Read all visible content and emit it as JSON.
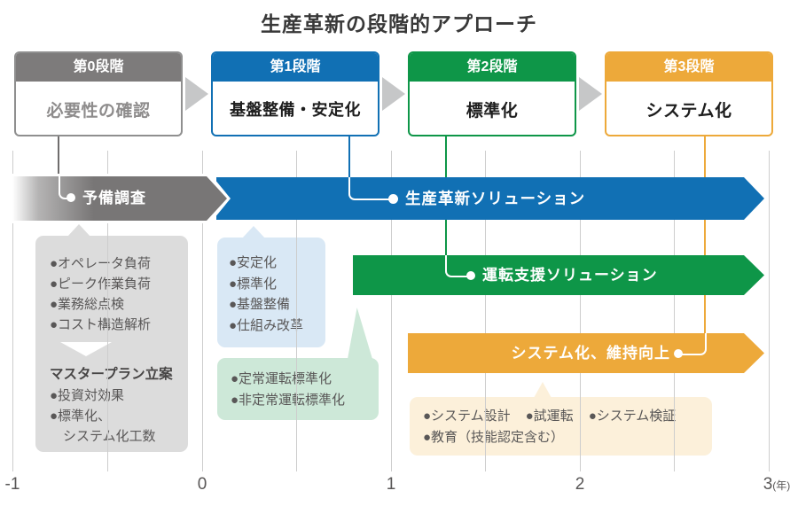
{
  "title": "生産革新の段階的アプローチ",
  "colors": {
    "stage0": "#7d7b7b",
    "stage1": "#1170b4",
    "stage2": "#0e9648",
    "stage3": "#eda93a",
    "callout_gray": "#dcdcdc",
    "callout_blue": "#d9e8f5",
    "callout_green": "#cde8d8",
    "callout_cream": "#fcf0da"
  },
  "stages": [
    {
      "label": "第0段階",
      "title": "必要性の確認"
    },
    {
      "label": "第1段階",
      "title": "基盤整備・安定化"
    },
    {
      "label": "第2段階",
      "title": "標準化"
    },
    {
      "label": "第3段階",
      "title": "システム化"
    }
  ],
  "bars": [
    {
      "label": "予備調査"
    },
    {
      "label": "生産革新ソリューション"
    },
    {
      "label": "運転支援ソリューション"
    },
    {
      "label": "システム化、維持向上"
    }
  ],
  "callouts": {
    "preliminary": {
      "items": [
        "●オペレータ負荷",
        "●ピーク作業負荷",
        "●業務総点検",
        "●コスト構造解析"
      ],
      "subtitle": "マスタープラン立案",
      "items2": [
        "●投資対効果",
        "●標準化、",
        "システム化工数"
      ]
    },
    "stage1": {
      "items": [
        "●安定化",
        "●標準化",
        "●基盤整備",
        "●仕組み改革"
      ]
    },
    "stage2": {
      "items": [
        "●定常運転標準化",
        "●非定常運転標準化"
      ]
    },
    "stage3": {
      "row1": [
        "●システム設計",
        "●試運転",
        "●システム検証"
      ],
      "row2": "●教育（技能認定含む）"
    }
  },
  "axis": {
    "labels": [
      {
        "main": "-1",
        "suffix": ""
      },
      {
        "main": "0",
        "suffix": ""
      },
      {
        "main": "1",
        "suffix": ""
      },
      {
        "main": "2",
        "suffix": ""
      },
      {
        "main": "3",
        "suffix": "(年)"
      }
    ]
  }
}
